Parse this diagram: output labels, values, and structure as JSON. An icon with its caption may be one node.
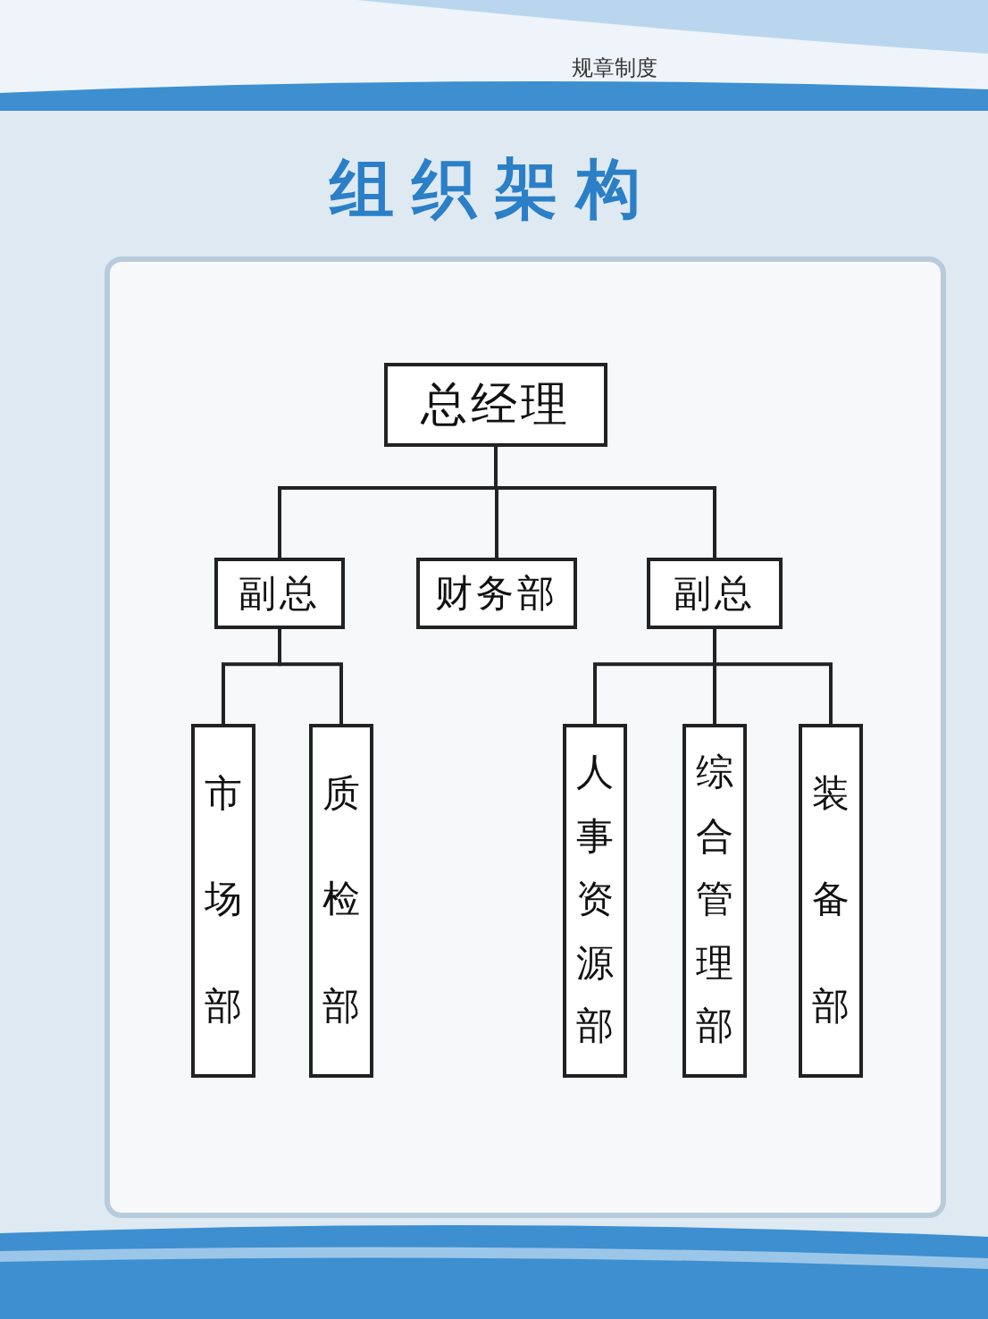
{
  "diagram": {
    "title": "组织架构",
    "nodes": [
      {
        "text": [
          "总经理"
        ]
      },
      {
        "text": [
          "副总"
        ]
      },
      {
        "text": [
          "财务部"
        ]
      },
      {
        "text": [
          "副总"
        ]
      },
      {
        "text": [
          "市场部"
        ]
      },
      {
        "text": [
          "质检部"
        ]
      },
      {
        "text": [
          "人事资源部"
        ]
      },
      {
        "text": [
          "综合管理部"
        ]
      },
      {
        "text": [
          "装备部"
        ]
      }
    ],
    "edges": [
      {
        "from": 0,
        "to": 1,
        "arrow": "none"
      },
      {
        "from": 0,
        "to": 2,
        "arrow": "none"
      },
      {
        "from": 0,
        "to": 3,
        "arrow": "none"
      },
      {
        "from": 1,
        "to": 4,
        "arrow": "none"
      },
      {
        "from": 1,
        "to": 5,
        "arrow": "none"
      },
      {
        "from": 3,
        "to": 6,
        "arrow": "none"
      },
      {
        "from": 3,
        "to": 7,
        "arrow": "none"
      },
      {
        "from": 3,
        "to": 8,
        "arrow": "none"
      }
    ],
    "labels": [
      "规章制度"
    ]
  }
}
